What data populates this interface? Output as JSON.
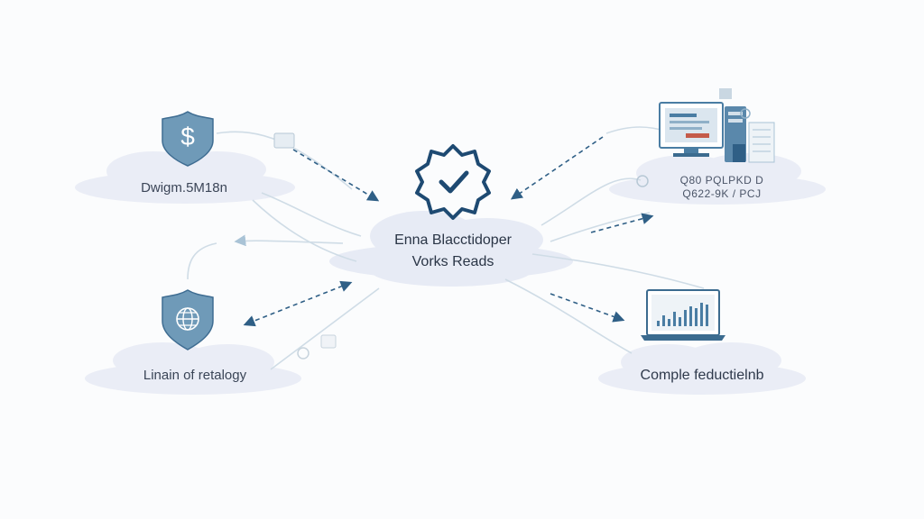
{
  "center": {
    "line1": "Enna Blacctidoper",
    "line2": "Vorks Reads"
  },
  "top_left": {
    "label": "Dwigm.5M18n",
    "icon": "dollar-shield-icon"
  },
  "bottom_left": {
    "label": "Linain of retalogy",
    "icon": "globe-shield-icon"
  },
  "top_right": {
    "line1": "Q80 PQLPKD D",
    "line2": "Q622-9K / PCJ",
    "icon": "desktop-computer-icon"
  },
  "bottom_right": {
    "label": "Comple feductielnb",
    "icon": "laptop-chart-icon"
  },
  "colors": {
    "accent": "#4a7da3",
    "shield": "#6f9ab8",
    "dark": "#1e4a72",
    "cloud": "#e9ecf5",
    "arrow": "#3b6b8f"
  }
}
